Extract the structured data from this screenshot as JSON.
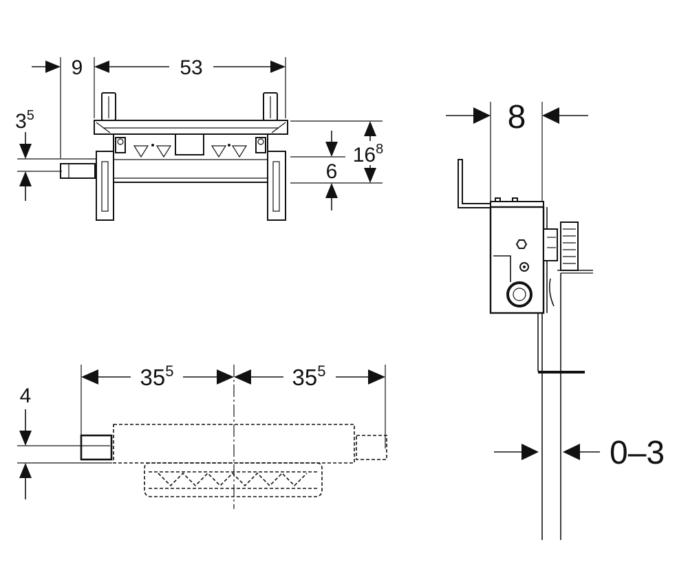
{
  "front_view": {
    "dim_9": "9",
    "dim_53": "53",
    "dim_3_5": {
      "main": "3",
      "sup": "5"
    },
    "dim_16_8": {
      "main": "16",
      "sup": "8"
    },
    "dim_6": "6"
  },
  "side_view": {
    "dim_8": "8",
    "dim_0_3": "0–3"
  },
  "top_view": {
    "dim_35_5_left": {
      "main": "35",
      "sup": "5"
    },
    "dim_35_5_right": {
      "main": "35",
      "sup": "5"
    },
    "dim_4": "4"
  }
}
